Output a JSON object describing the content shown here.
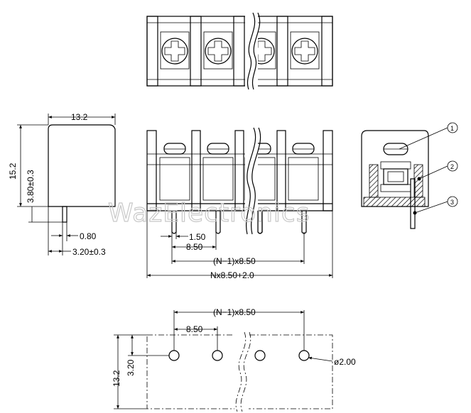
{
  "top_view": {
    "positions": 4
  },
  "side_view": {
    "height": "15.2",
    "width": "13.2",
    "pin_height": "3.80±0.3",
    "pin_width": "0.80",
    "pin_offset": "3.20±0.3"
  },
  "front_view": {
    "pin_dim": "1.50",
    "pitch": "8.50",
    "span": "(N−1)x8.50",
    "overall": "Nx8.50+2.0"
  },
  "end_view": {
    "callouts": [
      "1",
      "2",
      "3"
    ]
  },
  "pcb_layout": {
    "span": "(N−1)x8.50",
    "pitch": "8.50",
    "height": "13.2",
    "hole_offset": "3.20",
    "hole_dia": "ø2.00"
  },
  "watermark": "WazElectronics"
}
